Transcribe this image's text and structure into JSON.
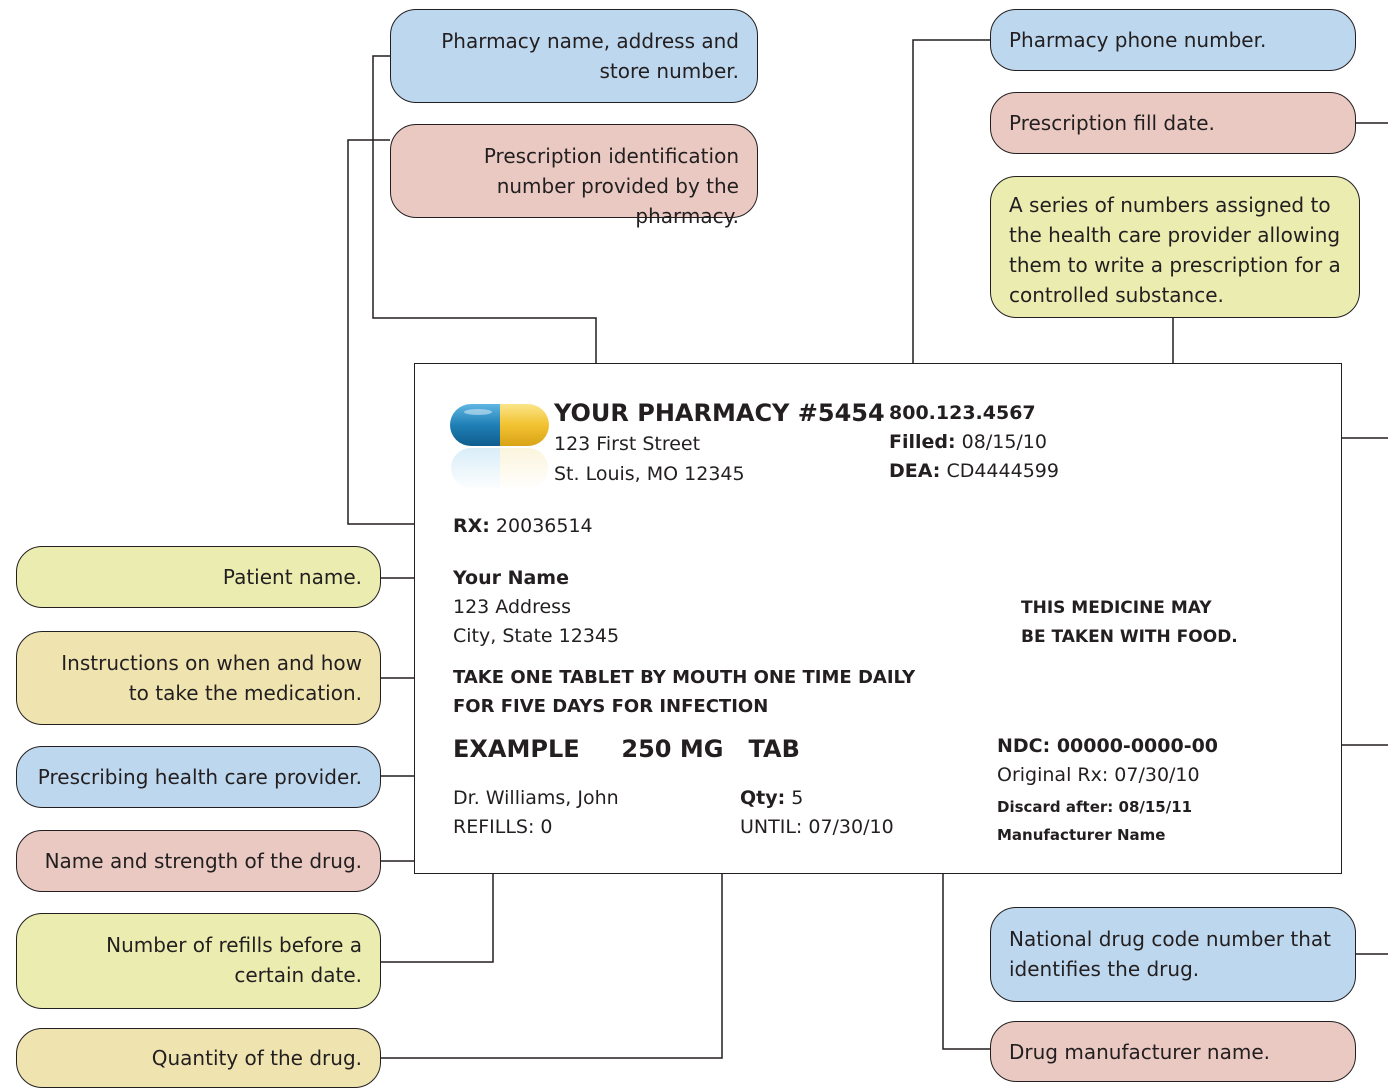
{
  "callouts": {
    "pharmacy_name": "Pharmacy name, address and store number.",
    "rx_id": "Prescription identification number provided by the pharmacy.",
    "phone": "Pharmacy phone number.",
    "fill_date": "Prescription fill date.",
    "dea": "A series of numbers assigned to the health care provider allowing them to write a prescription for a controlled substance.",
    "patient": "Patient name.",
    "instructions": "Instructions on when and how to take the medication.",
    "provider": "Prescribing health care provider.",
    "drug_name": "Name and strength of the drug.",
    "refills": "Number of refills before a certain date.",
    "quantity": "Quantity of the drug.",
    "ndc": "National drug code number that identifies the drug.",
    "manufacturer": "Drug manufacturer name."
  },
  "label": {
    "pharmacy_name": "YOUR PHARMACY  #5454",
    "address1": "123 First Street",
    "address2": "St. Louis, MO 12345",
    "phone": "800.123.4567",
    "filled_label": "Filled:",
    "filled_value": " 08/15/10",
    "dea_label": "DEA:",
    "dea_value": " CD4444599",
    "rx_label": "RX:",
    "rx_value": " 20036514",
    "patient_name": "Your Name",
    "patient_address1": "123 Address",
    "patient_address2": "City, State 12345",
    "instructions1": "TAKE ONE TABLET BY MOUTH ONE TIME DAILY",
    "instructions2": "FOR FIVE DAYS FOR INFECTION",
    "food1": "THIS MEDICINE MAY",
    "food2": "BE TAKEN WITH FOOD.",
    "drug": "EXAMPLE     250 MG   TAB",
    "doctor": "Dr. Williams, John",
    "refills": "REFILLS: 0",
    "qty_label": "Qty:",
    "qty_value": " 5",
    "until": "UNTIL: 07/30/10",
    "ndc": "NDC: 00000-0000-00",
    "original_rx": "Original Rx: 07/30/10",
    "discard": "Discard after: 08/15/11",
    "manufacturer": "Manufacturer Name"
  },
  "colors": {
    "blue": "#bdd7ee",
    "pink": "#e9c9c1",
    "green": "#eaecb0",
    "tan": "#efe4b0",
    "capsule_blue": "#1f7fb5",
    "capsule_yellow": "#f2c230"
  }
}
